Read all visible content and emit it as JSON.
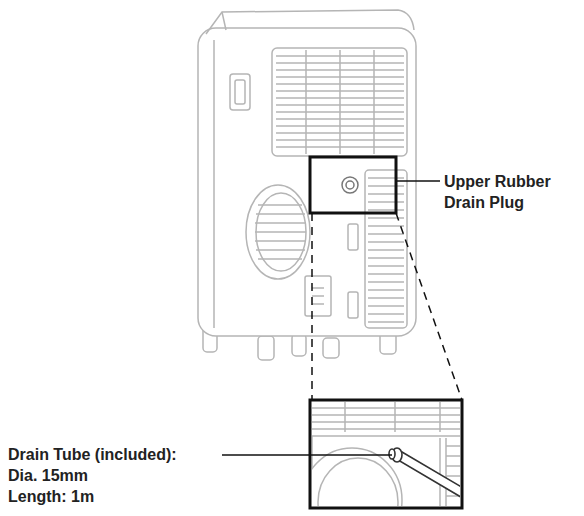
{
  "diagram": {
    "labels": [
      "Upper Rubber Drain Plug",
      "Drain Tube (included):",
      "Dia. 15mm",
      "Length: 1m"
    ]
  }
}
